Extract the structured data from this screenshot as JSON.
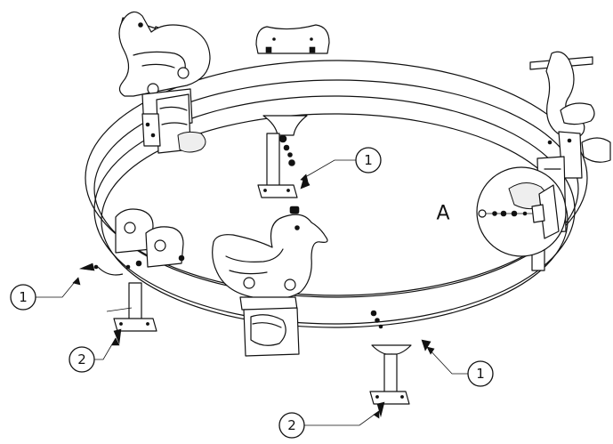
{
  "diagram": {
    "detail_label": "A",
    "callouts": [
      {
        "number": "1"
      },
      {
        "number": "1"
      },
      {
        "number": "1"
      },
      {
        "number": "2"
      },
      {
        "number": "2"
      }
    ]
  }
}
